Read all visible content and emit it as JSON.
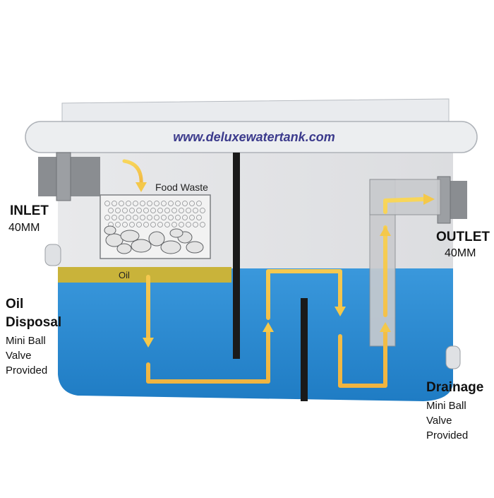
{
  "website": "www.deluxewatertank.com",
  "chamber_labels": {
    "food_waste": "Food Waste",
    "oil": "Oil"
  },
  "inlet": {
    "title": "INLET",
    "size": "40MM"
  },
  "outlet": {
    "title": "OUTLET",
    "size": "40MM"
  },
  "oil_disposal": {
    "title_line1": "Oil",
    "title_line2": "Disposal",
    "note_lines": [
      "Mini Ball",
      "Valve",
      "Provided"
    ]
  },
  "drainage": {
    "title": "Drainage",
    "note_lines": [
      "Mini Ball",
      "Valve",
      "Provided"
    ]
  },
  "colors": {
    "water": "#2f8fd6",
    "oil_layer": "#c9b33a",
    "tank_body": "#e4e6e8",
    "arrow": "#f4c84a",
    "baffle": "#1a1a1a"
  }
}
